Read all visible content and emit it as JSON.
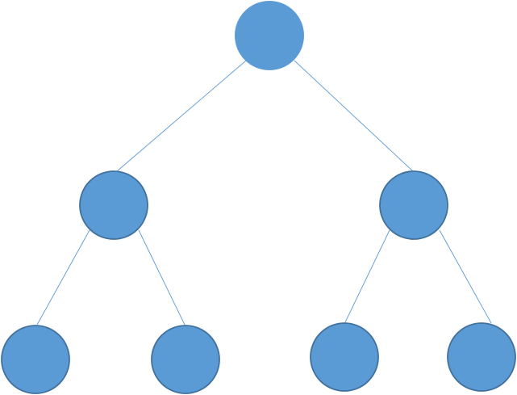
{
  "tree": {
    "colors": {
      "node_fill": "#5b9bd5",
      "node_stroke": "#41719c",
      "edge": "#5b9bd5"
    },
    "nodes": [
      {
        "id": "root",
        "level": 0
      },
      {
        "id": "left",
        "level": 1,
        "parent": "root"
      },
      {
        "id": "right",
        "level": 1,
        "parent": "root"
      },
      {
        "id": "left-left",
        "level": 2,
        "parent": "left"
      },
      {
        "id": "left-right",
        "level": 2,
        "parent": "left"
      },
      {
        "id": "right-left",
        "level": 2,
        "parent": "right"
      },
      {
        "id": "right-right",
        "level": 2,
        "parent": "right"
      }
    ]
  }
}
